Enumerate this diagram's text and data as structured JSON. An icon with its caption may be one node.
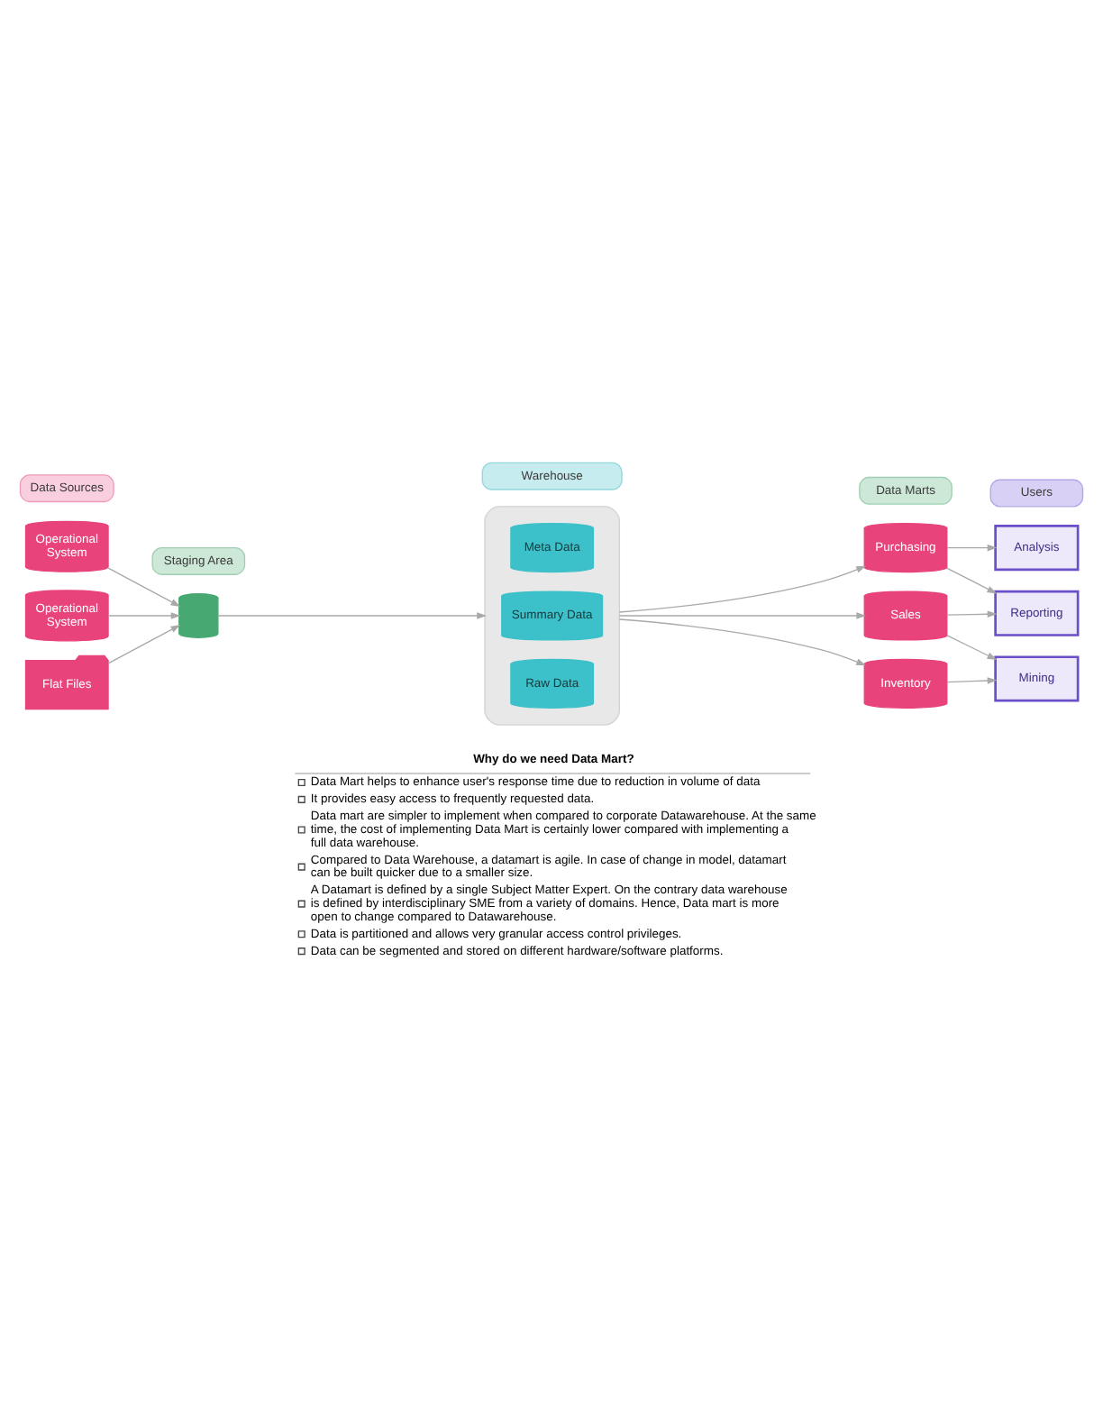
{
  "diagram": {
    "nodes": [
      {
        "text": [
          "Data Sources"
        ]
      },
      {
        "text": [
          "Staging Area"
        ]
      },
      {
        "text": [
          "Warehouse"
        ]
      },
      {
        "text": [
          "Data Marts"
        ]
      },
      {
        "text": [
          "Users"
        ]
      },
      {
        "text": [
          "Operational System"
        ]
      },
      {
        "text": [
          "Operational System"
        ]
      },
      {
        "text": [
          "Flat Files"
        ]
      },
      {
        "text": [],
        "shape": "cylinder"
      },
      {
        "text": [],
        "shape": "cylinder"
      },
      {
        "text": [
          "Meta Data"
        ],
        "in": 9
      },
      {
        "text": [
          "Summary Data"
        ],
        "in": 9
      },
      {
        "text": [
          "Raw Data"
        ],
        "in": 9
      },
      {
        "text": [
          "Purchasing"
        ]
      },
      {
        "text": [
          "Sales"
        ]
      },
      {
        "text": [
          "Inventory"
        ]
      },
      {
        "text": [
          "Analysis"
        ]
      },
      {
        "text": [
          "Reporting"
        ]
      },
      {
        "text": [
          "Mining"
        ]
      }
    ],
    "edges": [
      {
        "from": 5,
        "to": 8,
        "arrow": "to"
      },
      {
        "from": 6,
        "to": 8,
        "arrow": "to"
      },
      {
        "from": 7,
        "to": 8,
        "arrow": "to"
      },
      {
        "from": 8,
        "to": 9,
        "arrow": "to"
      },
      {
        "from": 9,
        "to": 13,
        "arrow": "to"
      },
      {
        "from": 9,
        "to": 14,
        "arrow": "to"
      },
      {
        "from": 9,
        "to": 15,
        "arrow": "to"
      },
      {
        "from": 13,
        "to": 16,
        "arrow": "to"
      },
      {
        "from": 13,
        "to": 17,
        "arrow": "to"
      },
      {
        "from": 14,
        "to": 17,
        "arrow": "to"
      },
      {
        "from": 14,
        "to": 18,
        "arrow": "to"
      },
      {
        "from": 15,
        "to": 18,
        "arrow": "to"
      }
    ],
    "labels": [
      "Why do we need Data Mart?",
      "Data Mart helps to enhance user's response time due to reduction in volume of data",
      "It provides easy access to frequently requested data.",
      "Data mart are simpler to implement when compared to corporate Datawarehouse. At the same time, the cost of implementing Data Mart is certainly lower compared with implementing a full data warehouse.",
      "Compared to Data Warehouse, a datamart is agile. In case of change in model, datamart can be built quicker due to a smaller size.",
      "A Datamart is defined by a single Subject Matter Expert. On the contrary data warehouse is defined by interdisciplinary SME from a variety of domains. Hence, Data mart is more open to change compared to Datawarehouse.",
      "Data is partitioned and allows very granular access control privileges.",
      "Data can be segmented and stored on different hardware/software platforms."
    ]
  }
}
